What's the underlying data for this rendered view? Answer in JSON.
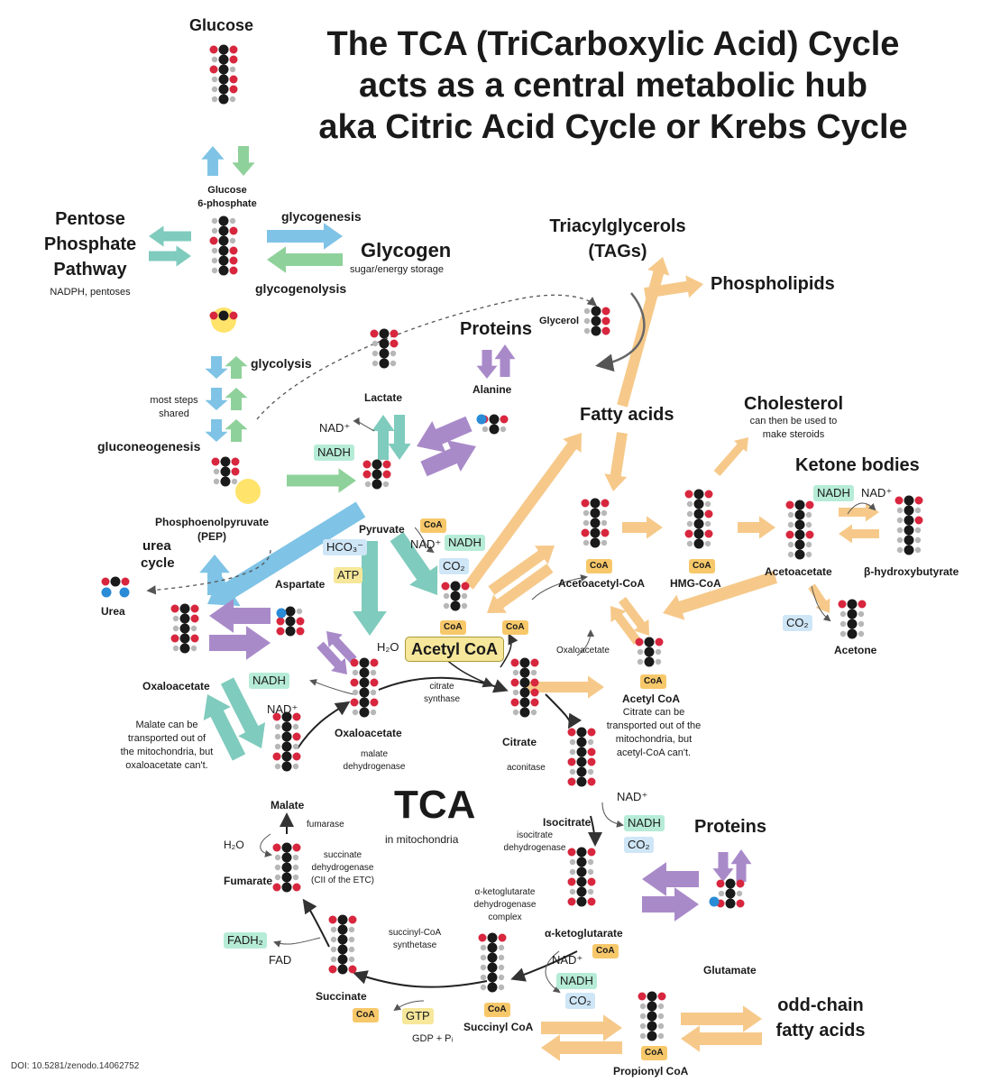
{
  "title": {
    "line1": "The TCA (TriCarboxylic Acid) Cycle",
    "line2": "acts as a central metabolic hub",
    "line3": "aka Citric Acid Cycle or Krebs Cycle"
  },
  "labels": {
    "glucose": "Glucose",
    "g6p_1": "Glucose",
    "g6p_2": "6-phosphate",
    "ppp_1": "Pentose",
    "ppp_2": "Phosphate",
    "ppp_3": "Pathway",
    "ppp_sub": "NADPH, pentoses",
    "glycogenesis": "glycogenesis",
    "glycogen": "Glycogen",
    "glycogen_sub": "sugar/energy storage",
    "glycogenolysis": "glycogenolysis",
    "glycolysis": "glycolysis",
    "most_steps_1": "most steps",
    "most_steps_2": "shared",
    "gluconeogenesis": "gluconeogenesis",
    "pep_1": "Phosphoenolpyruvate",
    "pep_2": "(PEP)",
    "urea_cycle_1": "urea",
    "urea_cycle_2": "cycle",
    "urea": "Urea",
    "lactate": "Lactate",
    "proteins_top": "Proteins",
    "alanine": "Alanine",
    "pyruvate": "Pyruvate",
    "aspartate": "Aspartate",
    "oxaloacetate_left": "Oxaloacetate",
    "tags_1": "Triacylglycerols",
    "tags_2": "(TAGs)",
    "phospholipids": "Phospholipids",
    "glycerol": "Glycerol",
    "fatty_acids": "Fatty acids",
    "cholesterol": "Cholesterol",
    "cholesterol_sub_1": "can then be used to",
    "cholesterol_sub_2": "make steroids",
    "ketone_bodies": "Ketone bodies",
    "acetoacetyl_coa": "Acetoacetyl-CoA",
    "hmg_coa": "HMG-CoA",
    "acetoacetate": "Acetoacetate",
    "b_hydroxybutyrate": "β-hydroxybutyrate",
    "acetone": "Acetone",
    "h2o_top": "H₂O",
    "acetyl_coa_main": "Acetyl CoA",
    "citrate_synthase_1": "citrate",
    "citrate_synthase_2": "synthase",
    "oxaloacetate_small": "Oxaloacetate",
    "acetyl_coa_right": "Acetyl CoA",
    "acetyl_note_1": "Citrate can be",
    "acetyl_note_2": "transported out of the",
    "acetyl_note_3": "mitochondria, but",
    "acetyl_note_4": "acetyl-CoA can't.",
    "malate_note_1": "Malate can be",
    "malate_note_2": "transported out of",
    "malate_note_3": "the mitochondria, but",
    "malate_note_4": "oxaloacetate can't.",
    "oxaloacetate_tca": "Oxaloacetate",
    "malate_dh_1": "malate",
    "malate_dh_2": "dehydrogenase",
    "citrate": "Citrate",
    "aconitase": "aconitase",
    "tca": "TCA",
    "in_mito": "in mitochondria",
    "malate": "Malate",
    "fumarase": "fumarase",
    "h2o_fum": "H₂O",
    "sdh_1": "succinate",
    "sdh_2": "dehydrogenase",
    "sdh_3": "(CII of the ETC)",
    "fumarate": "Fumarate",
    "isocitrate": "Isocitrate",
    "idh_1": "isocitrate",
    "idh_2": "dehydrogenase",
    "proteins_bottom": "Proteins",
    "akgdh_1": "α-ketoglutarate",
    "akgdh_2": "dehydrogenase",
    "akgdh_3": "complex",
    "akg": "α-ketoglutarate",
    "glutamate": "Glutamate",
    "fad": "FAD",
    "scs_1": "succinyl-CoA",
    "scs_2": "synthetase",
    "succinate": "Succinate",
    "succinyl_coa": "Succinyl CoA",
    "gdp": "GDP + Pᵢ",
    "odd_1": "odd-chain",
    "odd_2": "fatty acids",
    "propionyl_coa": "Propionyl CoA",
    "doi": "DOI: 10.5281/zenodo.14062752"
  },
  "tags": {
    "nad_lactate": "NAD⁺",
    "nadh_lactate": "NADH",
    "hco3": "HCO₃⁻",
    "atp": "ATP",
    "coa_pdh": "CoA",
    "nad_pdh": "NAD⁺",
    "nadh_pdh": "NADH",
    "co2_pdh": "CO₂",
    "coa": "CoA",
    "nadh_ketone": "NADH",
    "nad_ketone": "NAD⁺",
    "co2_acetone": "CO₂",
    "nadh_mdh": "NADH",
    "nad_mdh": "NAD⁺",
    "nad_idh": "NAD⁺",
    "nadh_idh": "NADH",
    "co2_idh": "CO₂",
    "fadh2": "FADH₂",
    "nad_akg": "NAD⁺",
    "nadh_akg": "NADH",
    "co2_akg": "CO₂",
    "gtp": "GTP"
  },
  "colors": {
    "blue": "#7fc3e6",
    "green": "#8fd19a",
    "teal": "#7fcbbd",
    "purple": "#a98ac9",
    "orange": "#f6c98a",
    "carbon": "#1a1a1a",
    "oxygen": "#d7263d",
    "hydrogen": "#b7b7b7",
    "nitrogen": "#2a8bd6"
  }
}
